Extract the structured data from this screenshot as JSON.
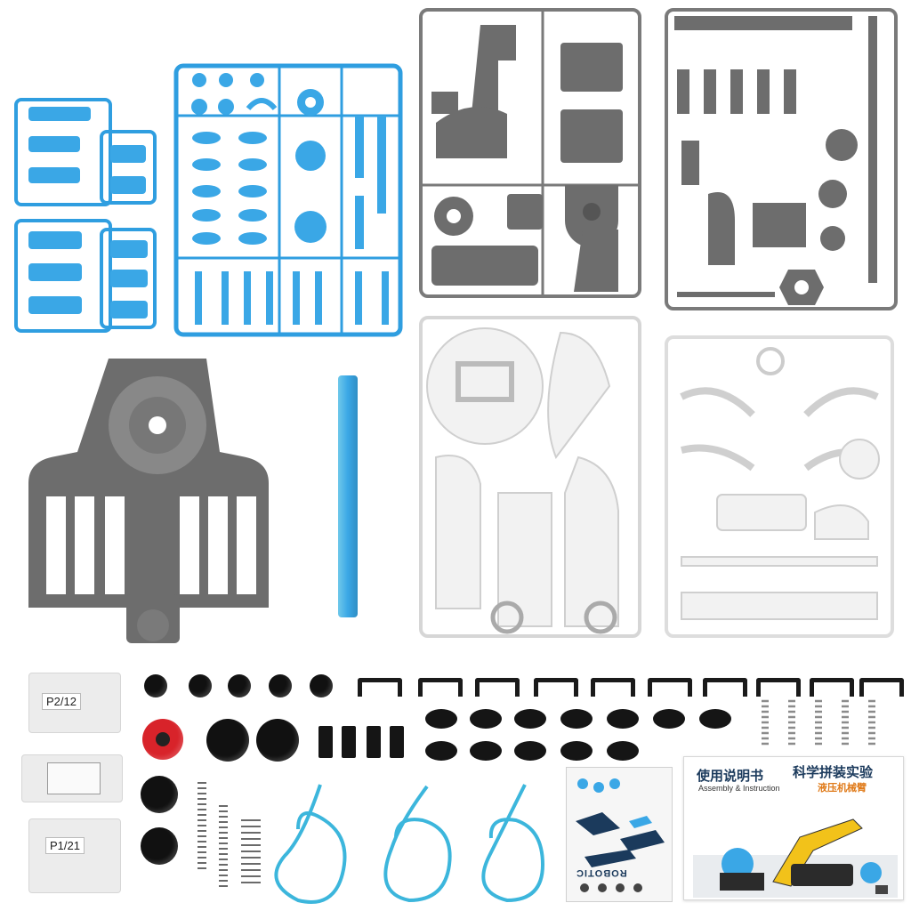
{
  "bags": [
    {
      "label": "P2/12"
    },
    {
      "label": "P1/21"
    }
  ],
  "manual": {
    "title_cn": "使用说明书",
    "title_en": "Assembly & Instruction",
    "product_cn": "科学拼装实验",
    "product_sub_cn": "液压机械臂"
  },
  "sticker_sheet": {
    "brand": "ROBOTIC"
  },
  "colors": {
    "blue_parts": "#2f9ee0",
    "grey_parts": "#6d6d6d",
    "white_parts": "#f2f2f2",
    "tube": "#3cb6dc",
    "rubber": "#151515",
    "red_part": "#d8232a"
  }
}
